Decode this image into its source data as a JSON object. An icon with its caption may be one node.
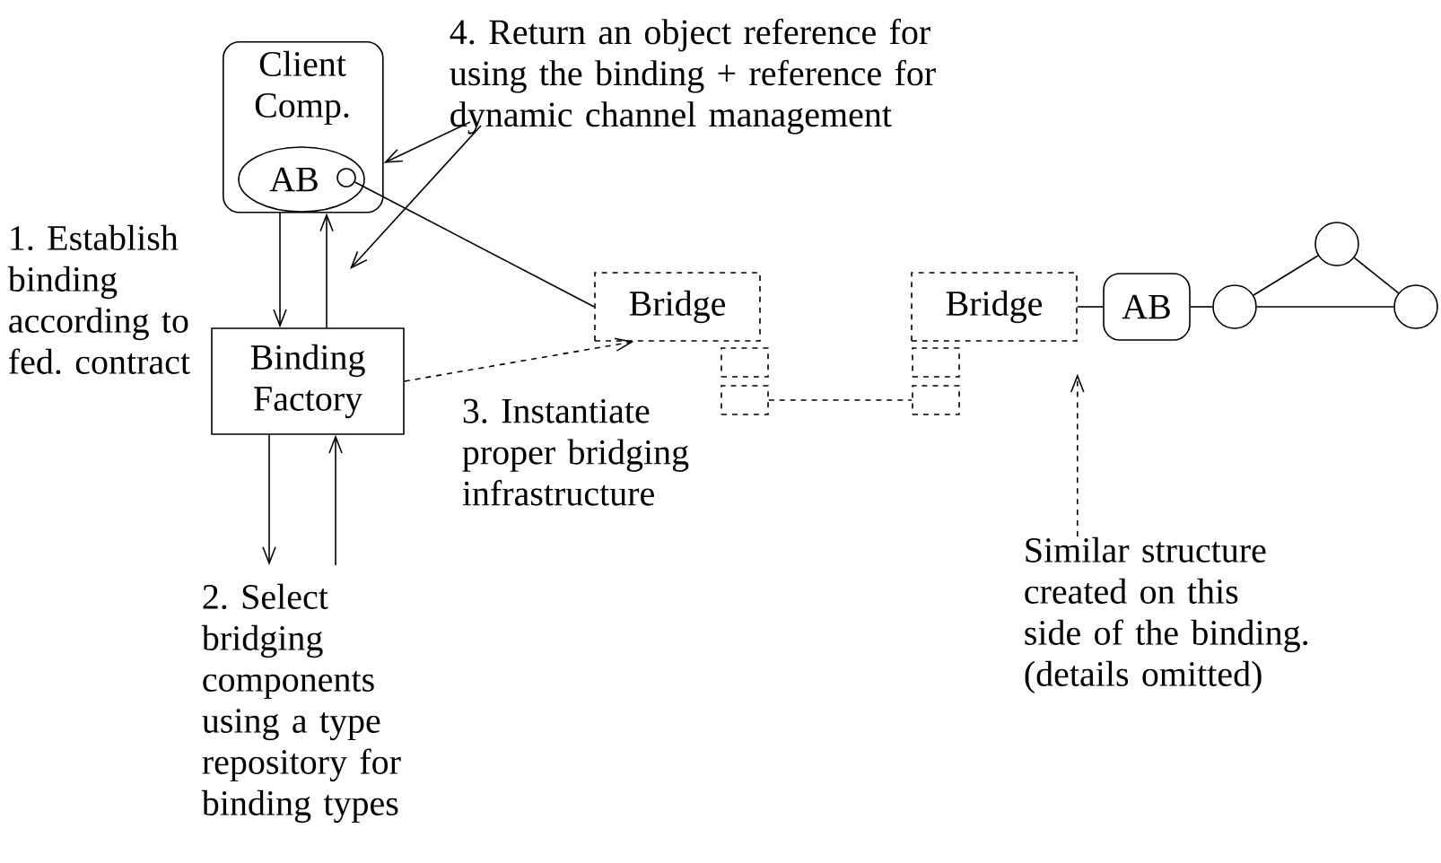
{
  "diagram": {
    "nodes": [
      {
        "text": [
          "Client Comp."
        ]
      },
      {
        "text": [
          "AB"
        ],
        "in": 0
      },
      {
        "text": [],
        "shape": "circle",
        "in": 1
      },
      {
        "text": [
          "Binding Factory"
        ]
      },
      {
        "text": [
          "Bridge"
        ]
      },
      {
        "text": [
          "Bridge"
        ]
      },
      {
        "text": [
          "AB"
        ]
      },
      {
        "text": [],
        "shape": "circle"
      },
      {
        "text": [],
        "shape": "circle"
      },
      {
        "text": [],
        "shape": "circle"
      },
      {
        "text": [],
        "shape": "box"
      },
      {
        "text": [],
        "shape": "box"
      },
      {
        "text": [],
        "shape": "box"
      },
      {
        "text": [],
        "shape": "box"
      },
      {
        "text": [
          "4. Return an object reference for using the binding + reference for dynamic channel management"
        ]
      },
      {
        "text": [
          "2. Select bridging components using a type repository for binding types"
        ]
      },
      {
        "text": [
          "Similar structure created on this side of the binding. (details omitted)"
        ]
      }
    ],
    "edges": [
      {
        "from": 1,
        "to": 3,
        "arrow": "to"
      },
      {
        "from": 3,
        "to": 0,
        "arrow": "to"
      },
      {
        "from": 14,
        "to": 0,
        "arrow": "to"
      },
      {
        "from": 14,
        "to": null,
        "arrow": "to"
      },
      {
        "from": 2,
        "to": 4,
        "arrow": "none"
      },
      {
        "from": 3,
        "to": 4,
        "arrow": "to",
        "style": "dashed"
      },
      {
        "from": 3,
        "to": 15,
        "arrow": "to"
      },
      {
        "from": 15,
        "to": 3,
        "arrow": "to"
      },
      {
        "from": 11,
        "to": 13,
        "arrow": "none",
        "style": "dashed"
      },
      {
        "from": 16,
        "to": 5,
        "arrow": "to",
        "style": "dashed"
      },
      {
        "from": 5,
        "to": 6,
        "arrow": "none"
      },
      {
        "from": 6,
        "to": 7,
        "arrow": "none"
      },
      {
        "from": 7,
        "to": 8,
        "arrow": "none"
      },
      {
        "from": 8,
        "to": 9,
        "arrow": "none"
      },
      {
        "from": 7,
        "to": 9,
        "arrow": "none"
      }
    ],
    "labels": [
      "1. Establish binding according to fed. contract",
      "3. Instantiate proper bridging infrastructure"
    ]
  }
}
